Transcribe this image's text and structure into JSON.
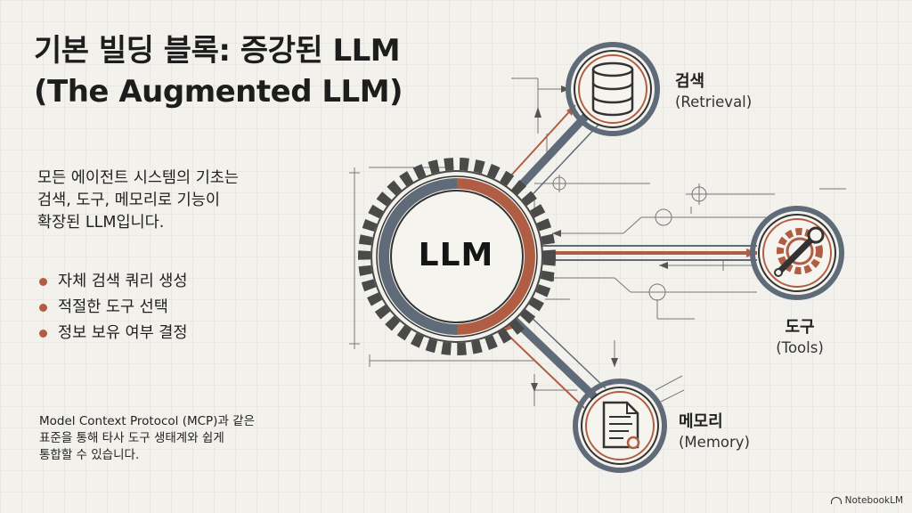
{
  "title": {
    "line1": "기본 빌딩 블록: 증강된 LLM",
    "line2": "(The Augmented LLM)"
  },
  "intro": {
    "line1": "모든 에이전트 시스템의 기초는",
    "line2": "검색, 도구, 메모리로 기능이",
    "line3": "확장된 LLM입니다."
  },
  "bullets": [
    "자체 검색 쿼리 생성",
    "적절한 도구 선택",
    "정보 보유 여부 결정"
  ],
  "footnote": {
    "line1": "Model Context Protocol (MCP)과 같은",
    "line2": "표준을 통해 타사 도구 생태계와 쉽게",
    "line3": "통합할 수 있습니다."
  },
  "diagram": {
    "center": "LLM",
    "retrieval": {
      "ko": "검색",
      "en": "(Retrieval)",
      "icon": "database-icon"
    },
    "tools": {
      "ko": "도구",
      "en": "(Tools)",
      "icon": "wrench-gear-icon"
    },
    "memory": {
      "ko": "메모리",
      "en": "(Memory)",
      "icon": "document-icon"
    }
  },
  "colors": {
    "accent": "#b05e43",
    "slate": "#5f6b78",
    "background": "#f3f1ec"
  },
  "brand": "NotebookLM"
}
